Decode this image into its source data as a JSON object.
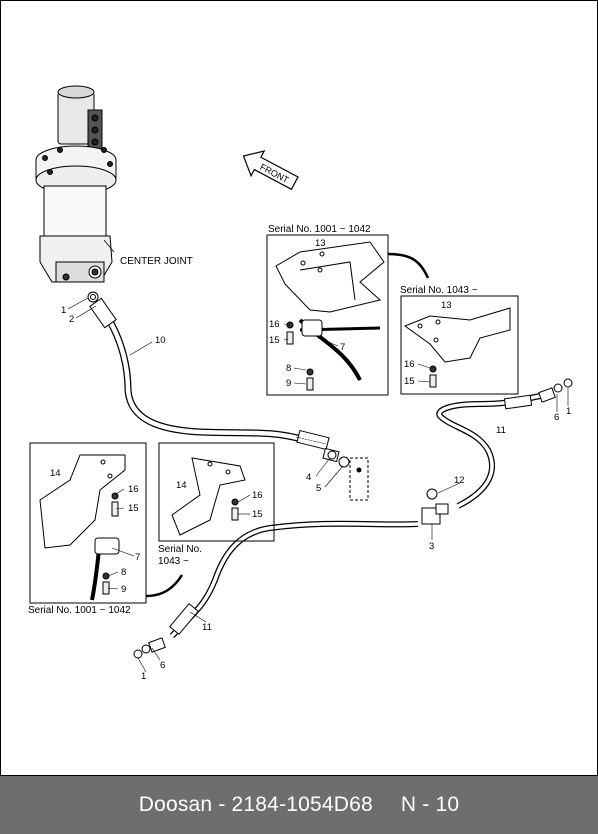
{
  "diagram": {
    "center_joint_label": "CENTER JOINT",
    "front_label": "FRONT",
    "serial_top_left": "Serial No. 1001 ~ 1042",
    "serial_top_right": "Serial No. 1043 ~",
    "serial_bottom_left": "Serial No. 1001 ~ 1042",
    "serial_bottom_mid_line1": "Serial No.",
    "serial_bottom_mid_line2": "1043 ~",
    "callouts": {
      "c1a": "1",
      "c2a": "2",
      "c10": "10",
      "c13a": "13",
      "c16a": "16",
      "c15a": "15",
      "c7a": "7",
      "c8a": "8",
      "c9a": "9",
      "c13b": "13",
      "c16b": "16",
      "c15b": "15",
      "c6a": "6",
      "c1b": "1",
      "c11a": "11",
      "c12": "12",
      "c4": "4",
      "c5": "5",
      "c3": "3",
      "c14a": "14",
      "c16c": "16",
      "c15c": "15",
      "c7b": "7",
      "c8b": "8",
      "c9b": "9",
      "c14b": "14",
      "c16d": "16",
      "c15d": "15",
      "c11b": "11",
      "c6b": "6",
      "c1c": "1"
    }
  },
  "footer": {
    "brand_part": "Doosan - 2184-1054D68",
    "page": "N - 10"
  }
}
